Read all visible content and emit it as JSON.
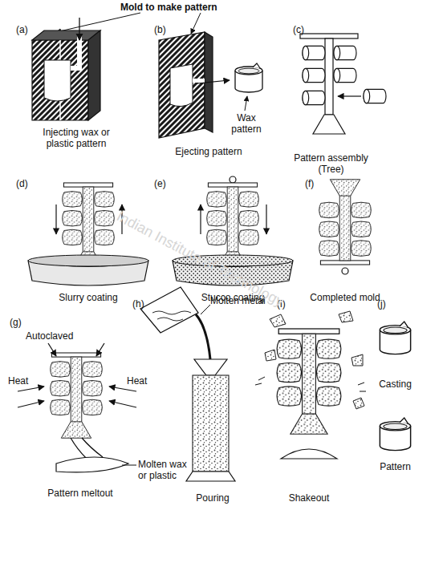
{
  "diagram": {
    "labels": [
      "Mold to make pattern",
      "(a)",
      "Injecting wax or plastic pattern",
      "(b)",
      "Wax pattern",
      "Ejecting pattern",
      "(c)",
      "Pattern assembly (Tree)",
      "(d)",
      "Slurry coating",
      "(e)",
      "Stucco coating",
      "(f)",
      "Completed mold",
      "(g)",
      "Autoclaved",
      "Heat",
      "Heat",
      "Pattern meltout",
      "Molten wax or plastic",
      "(h)",
      "Molten metal",
      "Pouring",
      "(i)",
      "Shakeout",
      "(j)",
      "Casting",
      "Pattern",
      "Indian Institute of Technology"
    ]
  }
}
